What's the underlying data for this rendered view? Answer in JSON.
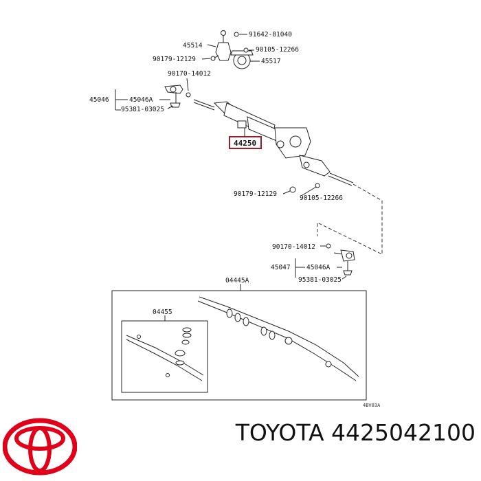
{
  "diagram": {
    "labels": {
      "p91642": "91642-81040",
      "p45514": "45514",
      "p90105a": "90105-12266",
      "p90179a": "90179-12129",
      "p45517": "45517",
      "p90170a": "90170-14012",
      "p45046": "45046",
      "p45046A_top": "45046A",
      "p95381_top": "95381-03025",
      "p44250": "44250",
      "p90179b": "90179-12129",
      "p90105b": "90105-12266",
      "p90170b": "90170-14012",
      "p45047": "45047",
      "p45046A_bot": "45046A",
      "p95381_bot": "95381-03025",
      "p04445A": "04445A",
      "p04455": "04455",
      "code": "4BV03A"
    },
    "colors": {
      "highlight": "#a01a2e",
      "ink": "#222222"
    }
  },
  "footer": {
    "brand": "TOYOTA",
    "part_number": "4425042100",
    "logo_icon": "toyota-logo-icon",
    "logo_color": "#e1001a"
  }
}
